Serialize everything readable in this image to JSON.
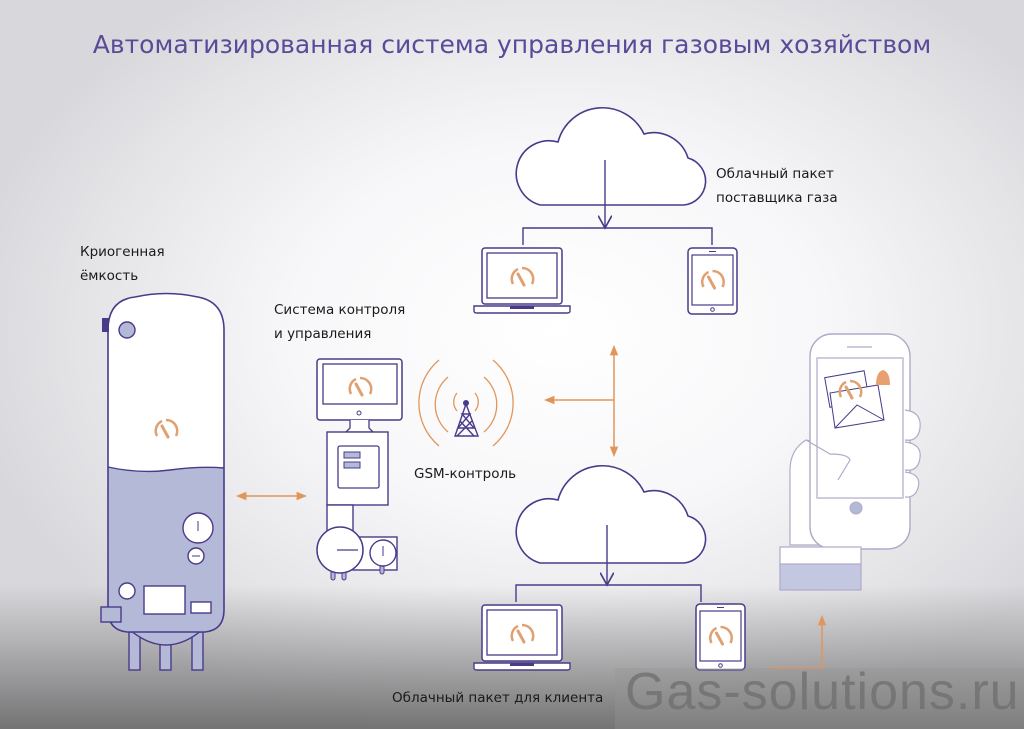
{
  "title": "Автоматизированная система управления газовым хозяйством",
  "labels": {
    "tank": [
      "Криогенная",
      "ёмкость"
    ],
    "control": [
      "Система контроля",
      "и управления"
    ],
    "gsm": "GSM-контроль",
    "supplier_cloud": [
      "Облачный пакет",
      "поставщика газа"
    ],
    "client_cloud": "Облачный пакет для клиента"
  },
  "watermark": "Gas-solutions.ru",
  "colors": {
    "primary": "#4a3a8a",
    "accent": "#e0965a",
    "liquid": "#b4b9d8",
    "title": "#5b4a9a"
  },
  "icons": [
    "cloud-icon",
    "laptop-icon",
    "tablet-icon",
    "gauge-logo-icon",
    "cell-tower-icon",
    "phone-in-hand-icon",
    "envelope-icon",
    "bell-icon",
    "cryogenic-tank-icon",
    "control-station-icon"
  ]
}
